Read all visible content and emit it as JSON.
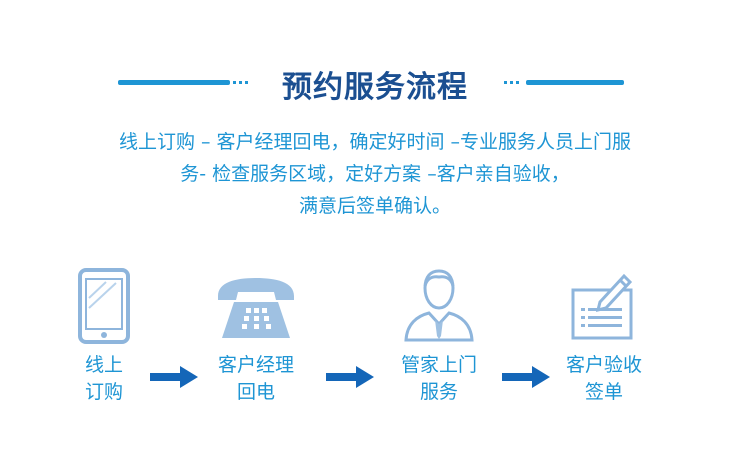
{
  "header": {
    "title": "预约服务流程"
  },
  "description": {
    "lines": [
      "线上订购 – 客户经理回电，确定好时间 –专业服务人员上门服",
      "务- 检查服务区域，定好方案 –客户亲自验收，",
      "满意后签单确认。"
    ]
  },
  "steps": [
    {
      "icon": "smartphone-icon",
      "lines": [
        "线上",
        "订购"
      ]
    },
    {
      "icon": "telephone-icon",
      "lines": [
        "客户经理",
        "回电"
      ]
    },
    {
      "icon": "service-person-icon",
      "lines": [
        "管家上门",
        "服务"
      ]
    },
    {
      "icon": "signing-form-icon",
      "lines": [
        "客户验收",
        "签单"
      ]
    }
  ],
  "colors": {
    "accent": "#1e95d4",
    "title": "#1b4f91",
    "arrow": "#1466b8",
    "icon_fill": "#9fc1e2",
    "icon_stroke": "#7ea8d3"
  }
}
